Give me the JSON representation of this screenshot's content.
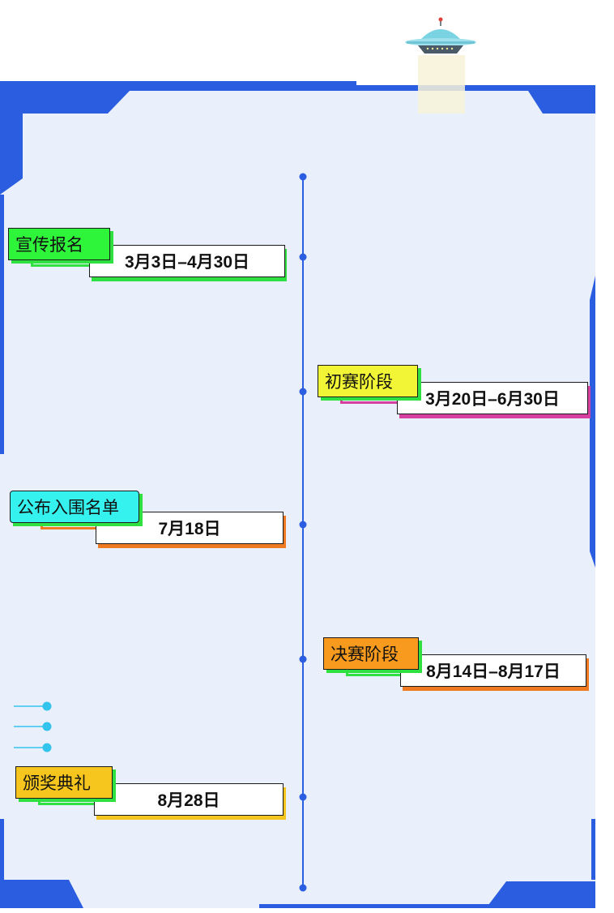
{
  "colors": {
    "background": "#ffffff",
    "frame_fill": "#eaf0fb",
    "frame_border": "#2a5de0",
    "timeline": "#2a5de0",
    "accent_dots": "#33c4ee",
    "ufo_dome": "#7ad3e3",
    "ufo_body": "#4a5a66"
  },
  "icons": {
    "ufo": "ufo-icon"
  },
  "events": [
    {
      "title": "宣传报名",
      "date": "3月3日–4月30日",
      "title_bg": "#2ff53a",
      "accent": "#2ee040"
    },
    {
      "title": "初赛阶段",
      "date": "3月20日–6月30日",
      "title_bg": "#f2f535",
      "accent": "#d640a0"
    },
    {
      "title": "公布入围名单",
      "date": "7月18日",
      "title_bg": "#35f2ee",
      "accent": "#f07a22"
    },
    {
      "title": "决赛阶段",
      "date": "8月14日–8月17日",
      "title_bg": "#f79a1e",
      "accent": "#f07a22"
    },
    {
      "title": "颁奖典礼",
      "date": "8月28日",
      "title_bg": "#f7c61e",
      "accent": "#f7c61e"
    }
  ]
}
